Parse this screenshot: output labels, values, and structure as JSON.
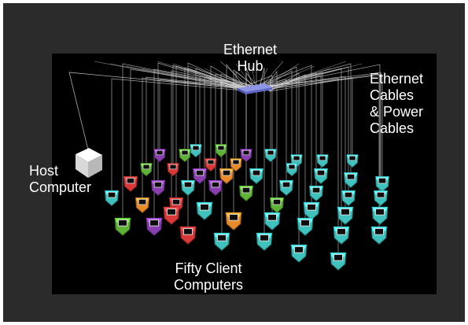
{
  "labels": {
    "hub_line1": "Ethernet",
    "hub_line2": "Hub",
    "cables_line1": "Ethernet",
    "cables_line2": "Cables",
    "cables_line3": "& Power",
    "cables_line4": "Cables",
    "host_line1": "Host",
    "host_line2": "Computer",
    "clients_line1": "Fifty Client",
    "clients_line2": "Computers"
  },
  "colors": {
    "frame": "#2b2b2b",
    "scene": "#000000",
    "cable": "#d8d8d8",
    "hub": "#6f79d8",
    "host": "#f0f0f0",
    "client_palette": [
      "#3fc1bd",
      "#8a3fb0",
      "#d83838",
      "#e88b2a",
      "#5fb238"
    ]
  }
}
